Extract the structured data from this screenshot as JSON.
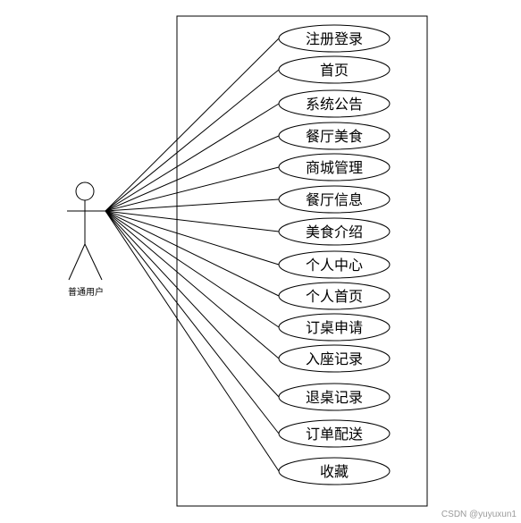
{
  "actor": {
    "label": "普通用户"
  },
  "use_cases": [
    "注册登录",
    "首页",
    "系统公告",
    "餐厅美食",
    "商城管理",
    "餐厅信息",
    "美食介绍",
    "个人中心",
    "个人首页",
    "订桌申请",
    "入座记录",
    "退桌记录",
    "订单配送",
    "收藏"
  ],
  "watermark": "CSDN @yuyuxun1"
}
